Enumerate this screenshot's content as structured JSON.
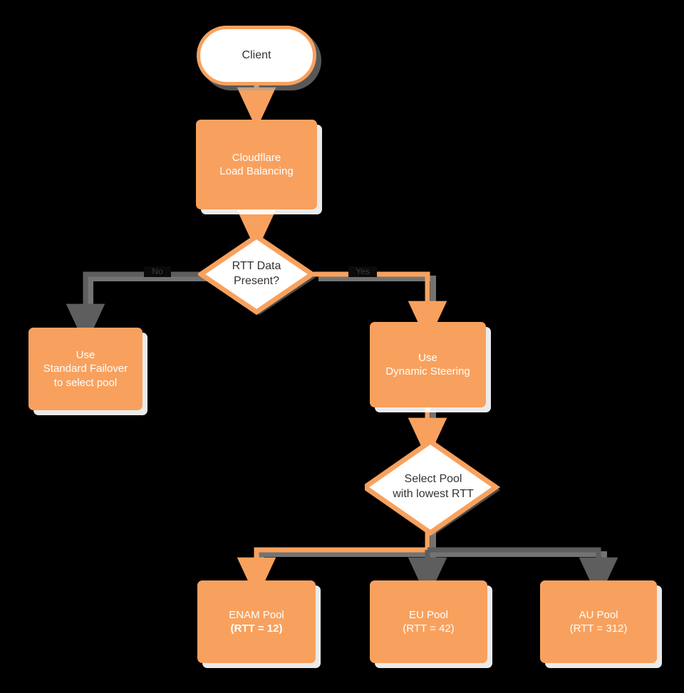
{
  "diagram": {
    "title": "Cloudflare Load Balancing dynamic steering decision flow",
    "type": "flowchart",
    "direction": "top-down",
    "background_color": "#000000",
    "palette": {
      "node_fill": "#F8A15E",
      "node_text": "#FFFFFF",
      "decision_fill": "#FFFFFF",
      "decision_border": "#F8A15E",
      "decision_text": "#333333",
      "edge_active": "#F8A15E",
      "edge_inactive": "#5E5E5E",
      "shadow": "#FFFFFF"
    }
  },
  "nodes": {
    "client": {
      "id": "client",
      "shape": "stadium",
      "label": "Client"
    },
    "load_balancing": {
      "id": "load-balancing",
      "shape": "rect",
      "lines": [
        "Cloudflare",
        "Load Balancing"
      ]
    },
    "rtt_decision": {
      "id": "rtt-data-present",
      "shape": "diamond",
      "lines": [
        "RTT Data",
        "Present?"
      ]
    },
    "standard_failover": {
      "id": "standard-failover",
      "shape": "rect",
      "lines": [
        "Use",
        "Standard Failover",
        "to select pool"
      ]
    },
    "dynamic_steering": {
      "id": "dynamic-steering",
      "shape": "rect",
      "lines": [
        "Use",
        "Dynamic Steering"
      ]
    },
    "select_pool": {
      "id": "select-pool-lowest-rtt",
      "shape": "diamond",
      "lines": [
        "Select Pool",
        "with lowest RTT"
      ]
    },
    "enam_pool": {
      "id": "enam-pool",
      "shape": "rect",
      "name": "ENAM Pool",
      "rtt_label": "(RTT = 12)",
      "rtt_value": 12,
      "selected": true
    },
    "eu_pool": {
      "id": "eu-pool",
      "shape": "rect",
      "name": "EU Pool",
      "rtt_label": "(RTT = 42)",
      "rtt_value": 42,
      "selected": false
    },
    "au_pool": {
      "id": "au-pool",
      "shape": "rect",
      "name": "AU Pool",
      "rtt_label": "(RTT = 312)",
      "rtt_value": 312,
      "selected": false
    }
  },
  "edges": {
    "client_to_lb": {
      "from": "client",
      "to": "load_balancing",
      "label": "",
      "state": "active"
    },
    "lb_to_decision": {
      "from": "load_balancing",
      "to": "rtt_decision",
      "label": "",
      "state": "active"
    },
    "decision_no": {
      "from": "rtt_decision",
      "to": "standard_failover",
      "label": "No",
      "state": "inactive"
    },
    "decision_yes": {
      "from": "rtt_decision",
      "to": "dynamic_steering",
      "label": "Yes",
      "state": "active"
    },
    "steering_to_select": {
      "from": "dynamic_steering",
      "to": "select_pool",
      "label": "",
      "state": "active"
    },
    "select_to_enam": {
      "from": "select_pool",
      "to": "enam_pool",
      "label": "",
      "state": "active"
    },
    "select_to_eu": {
      "from": "select_pool",
      "to": "eu_pool",
      "label": "",
      "state": "inactive"
    },
    "select_to_au": {
      "from": "select_pool",
      "to": "au_pool",
      "label": "",
      "state": "inactive"
    }
  }
}
